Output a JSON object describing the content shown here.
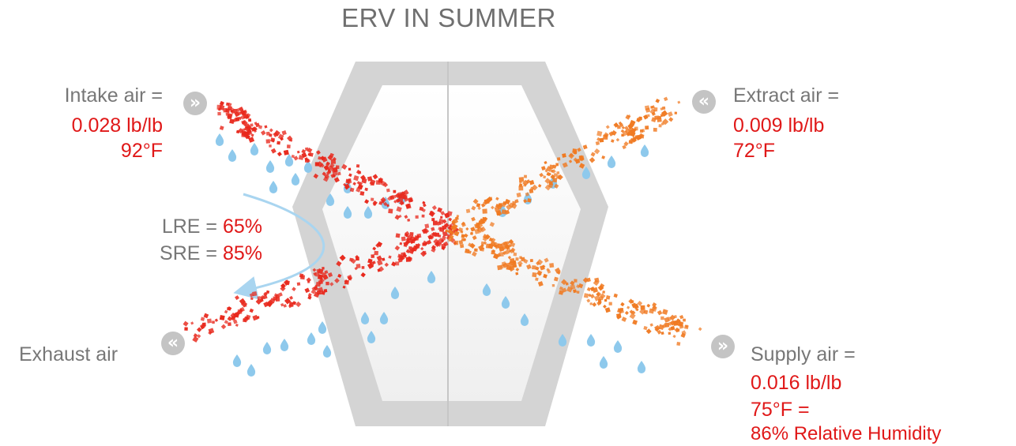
{
  "title": "ERV IN SUMMER",
  "intake": {
    "label": "Intake air =",
    "humidity": "0.028 lb/lb",
    "temp": "92°F"
  },
  "extract": {
    "label": "Extract air =",
    "humidity": "0.009 lb/lb",
    "temp": "72°F"
  },
  "efficiency": {
    "lre_label": "LRE = ",
    "lre_value": "65%",
    "sre_label": "SRE = ",
    "sre_value": "85%"
  },
  "exhaust": {
    "label": "Exhaust air"
  },
  "supply": {
    "label": "Supply air =",
    "humidity": "0.016 lb/lb",
    "temp": "75°F  =",
    "rh": "86% Relative Humidity"
  },
  "icons": {
    "intake": "chevron-right-icon",
    "extract": "chevron-left-icon",
    "exhaust": "chevron-left-icon",
    "supply": "chevron-right-icon"
  },
  "glyphs": {
    "right": "»",
    "left": "«"
  },
  "colors": {
    "warm_stream": "#e8281c",
    "cool_stream": "#f07a22",
    "water_drop": "#8ec9ec",
    "core_frame": "#d4d4d4",
    "label_red": "#e01818",
    "label_gray": "#777777",
    "transfer_arrow": "#a9d5f0"
  }
}
